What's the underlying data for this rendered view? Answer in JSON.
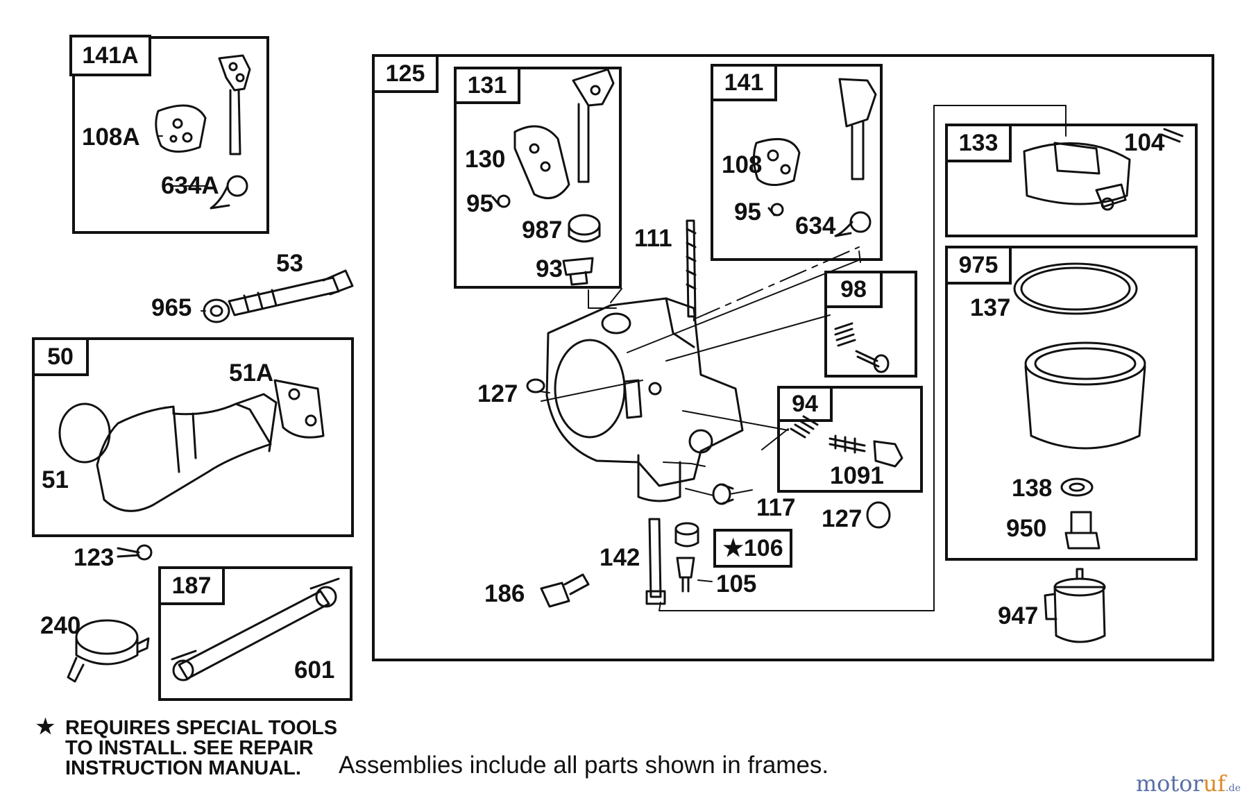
{
  "frames": {
    "f141A": "141A",
    "f125": "125",
    "f131": "131",
    "f141": "141",
    "f133": "133",
    "f975": "975",
    "f98": "98",
    "f94": "94",
    "f50": "50",
    "f187": "187",
    "f106": "★106"
  },
  "labels": {
    "l108A": "108A",
    "l634A": "634A",
    "l53": "53",
    "l965": "965",
    "l51A": "51A",
    "l51": "51",
    "l123": "123",
    "l240": "240",
    "l601": "601",
    "l130": "130",
    "l95a": "95",
    "l987": "987",
    "l93": "93",
    "l111": "111",
    "l108": "108",
    "l95b": "95",
    "l634": "634",
    "l104": "104",
    "l137": "137",
    "l138": "138",
    "l950": "950",
    "l947": "947",
    "l127a": "127",
    "l127b": "127",
    "l1091": "1091",
    "l117": "117",
    "l142": "142",
    "l105": "105",
    "l186": "186"
  },
  "note": {
    "star": "★",
    "line1": "REQUIRES SPECIAL TOOLS",
    "line2": "TO INSTALL.  SEE REPAIR",
    "line3": "INSTRUCTION MANUAL."
  },
  "assemblies_note": "Assemblies include all parts shown in frames.",
  "watermark": {
    "brand": "motor",
    "accent": "uf",
    "suffix": ".de"
  }
}
